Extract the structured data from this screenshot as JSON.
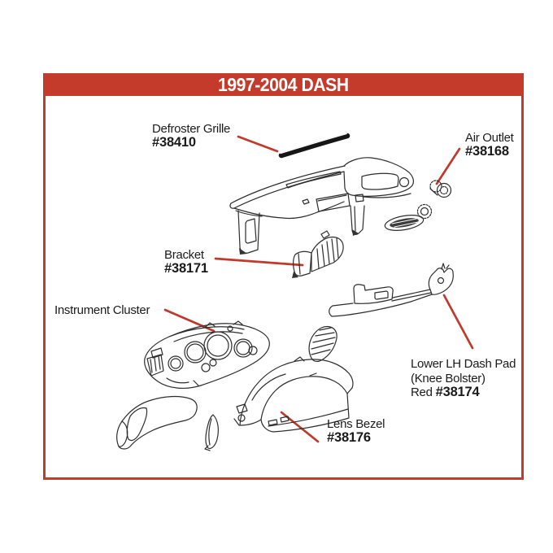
{
  "title_bar": {
    "title": "1997-2004 DASH"
  },
  "colors": {
    "accent_red": "#c43b2c",
    "leader_red": "#c0392b",
    "line_dark": "#2d2d2d",
    "text": "#1b1b1b"
  },
  "labels": {
    "defroster_grille": {
      "name": "Defroster Grille",
      "part_number": "#38410"
    },
    "air_outlet": {
      "name": "Air Outlet",
      "part_number": "#38168"
    },
    "bracket": {
      "name": "Bracket",
      "part_number": "#38171"
    },
    "instrument_cluster": {
      "name": "Instrument Cluster"
    },
    "lower_lh_dash_pad": {
      "line1": "Lower LH Dash Pad",
      "line2": "(Knee Bolster)",
      "line3_prefix": "Red",
      "part_number": "#38174"
    },
    "lens_bezel": {
      "name": "Lens Bezel",
      "part_number": "#38176"
    }
  }
}
